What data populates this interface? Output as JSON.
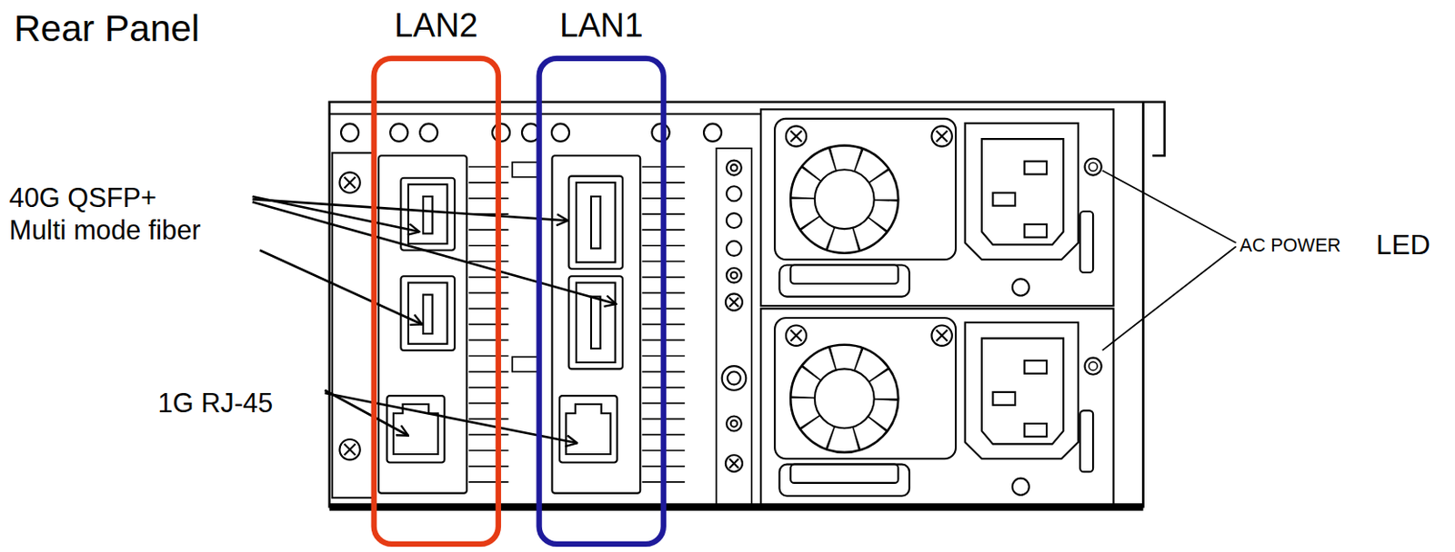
{
  "diagram": {
    "title": "Rear Panel",
    "nodes": [
      {
        "text": [
          "LAN2"
        ]
      },
      {
        "text": [
          "LAN1"
        ]
      }
    ],
    "labels": [
      "40G QSFP+ Multi mode fiber",
      "1G RJ-45",
      "AC POWER",
      "LED"
    ]
  }
}
